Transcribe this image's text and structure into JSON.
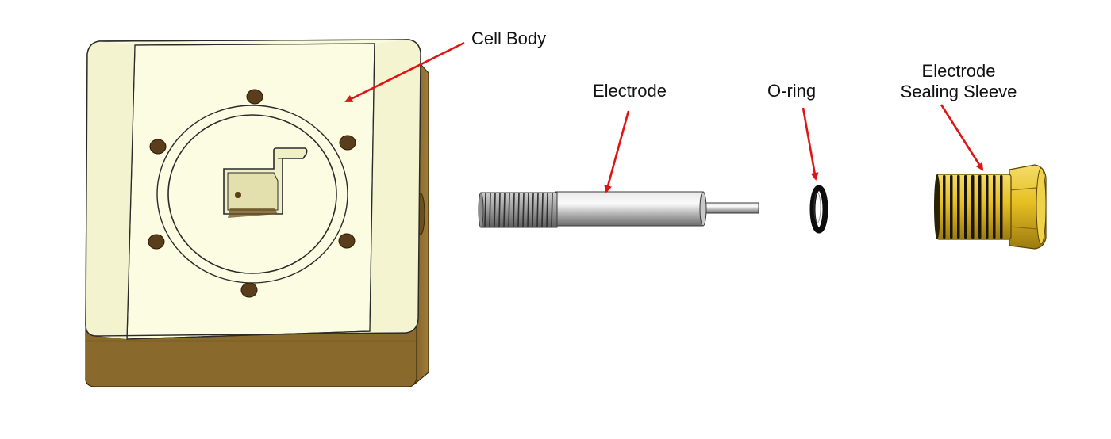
{
  "labels": {
    "cell_body": "Cell Body",
    "electrode": "Electrode",
    "o_ring": "O-ring",
    "sleeve_line1": "Electrode",
    "sleeve_line2": "Sealing Sleeve"
  },
  "colors": {
    "arrow": "#e01414",
    "body_face": "#fbfbdc",
    "body_side": "#8a6a2c",
    "body_dark": "#5e4516",
    "hole": "#5a3d1a",
    "electrode": "#b9b9b9",
    "brass": "#e6bf22",
    "ring": "#0d0d0d"
  }
}
